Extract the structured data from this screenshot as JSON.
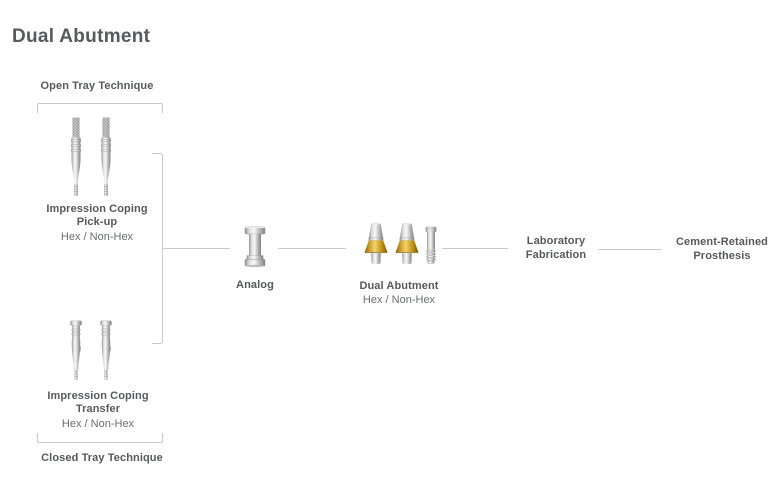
{
  "title": "Dual Abutment",
  "colors": {
    "heading_text": "#58595b",
    "label_text": "#58595b",
    "subtext": "#6c6d6f",
    "connector_line": "#c9cacb",
    "metal_silver": "#c8c8c8",
    "abutment_gold": "#d5a62d"
  },
  "open_tray": {
    "technique": "Open Tray Technique",
    "coping_name_line1": "Impression Coping",
    "coping_name_line2": "Pick-up",
    "coping_variant": "Hex / Non-Hex"
  },
  "closed_tray": {
    "technique": "Closed Tray Technique",
    "coping_name_line1": "Impression Coping",
    "coping_name_line2": "Transfer",
    "coping_variant": "Hex / Non-Hex"
  },
  "flow": {
    "analog_label": "Analog",
    "dual_abutment_label": "Dual Abutment",
    "dual_abutment_variant": "Hex / Non-Hex",
    "laboratory_line1": "Laboratory",
    "laboratory_line2": "Fabrication",
    "prosthesis_line1": "Cement-Retained",
    "prosthesis_line2": "Prosthesis"
  }
}
